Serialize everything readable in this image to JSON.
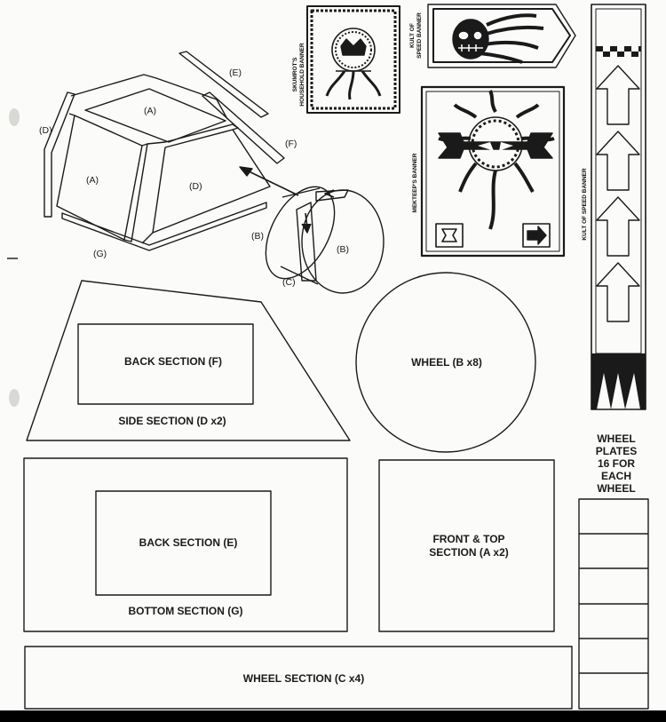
{
  "assembly": {
    "labels": {
      "A_top": "(A)",
      "A_front": "(A)",
      "D_left": "(D)",
      "D_right": "(D)",
      "E": "(E)",
      "F": "(F)",
      "G": "(G)",
      "B_left": "(B)",
      "B_right": "(B)",
      "C": "(C)"
    }
  },
  "banners": {
    "skumrot": {
      "title_line1": "SKUMROT'S",
      "title_line2": "HOUSEHOLD BANNER"
    },
    "kult_small": {
      "title_line1": "KULT OF",
      "title_line2": "SPEED BANNER"
    },
    "mekteep": {
      "title": "MEKTEEP'S BANNER"
    },
    "kult_tall": {
      "title": "KULT OF SPEED BANNER"
    }
  },
  "pieces": {
    "side_section": "SIDE SECTION (D x2)",
    "back_section_f": "BACK SECTION (F)",
    "wheel": "WHEEL (B x8)",
    "bottom_section": "BOTTOM SECTION (G)",
    "back_section_e": "BACK SECTION (E)",
    "front_top_line1": "FRONT & TOP",
    "front_top_line2": "SECTION (A x2)",
    "wheel_section": "WHEEL SECTION (C x4)"
  },
  "wheel_plates": {
    "line1": "WHEEL",
    "line2": "PLATES",
    "line3": "16 FOR",
    "line4": "EACH",
    "line5": "WHEEL"
  }
}
